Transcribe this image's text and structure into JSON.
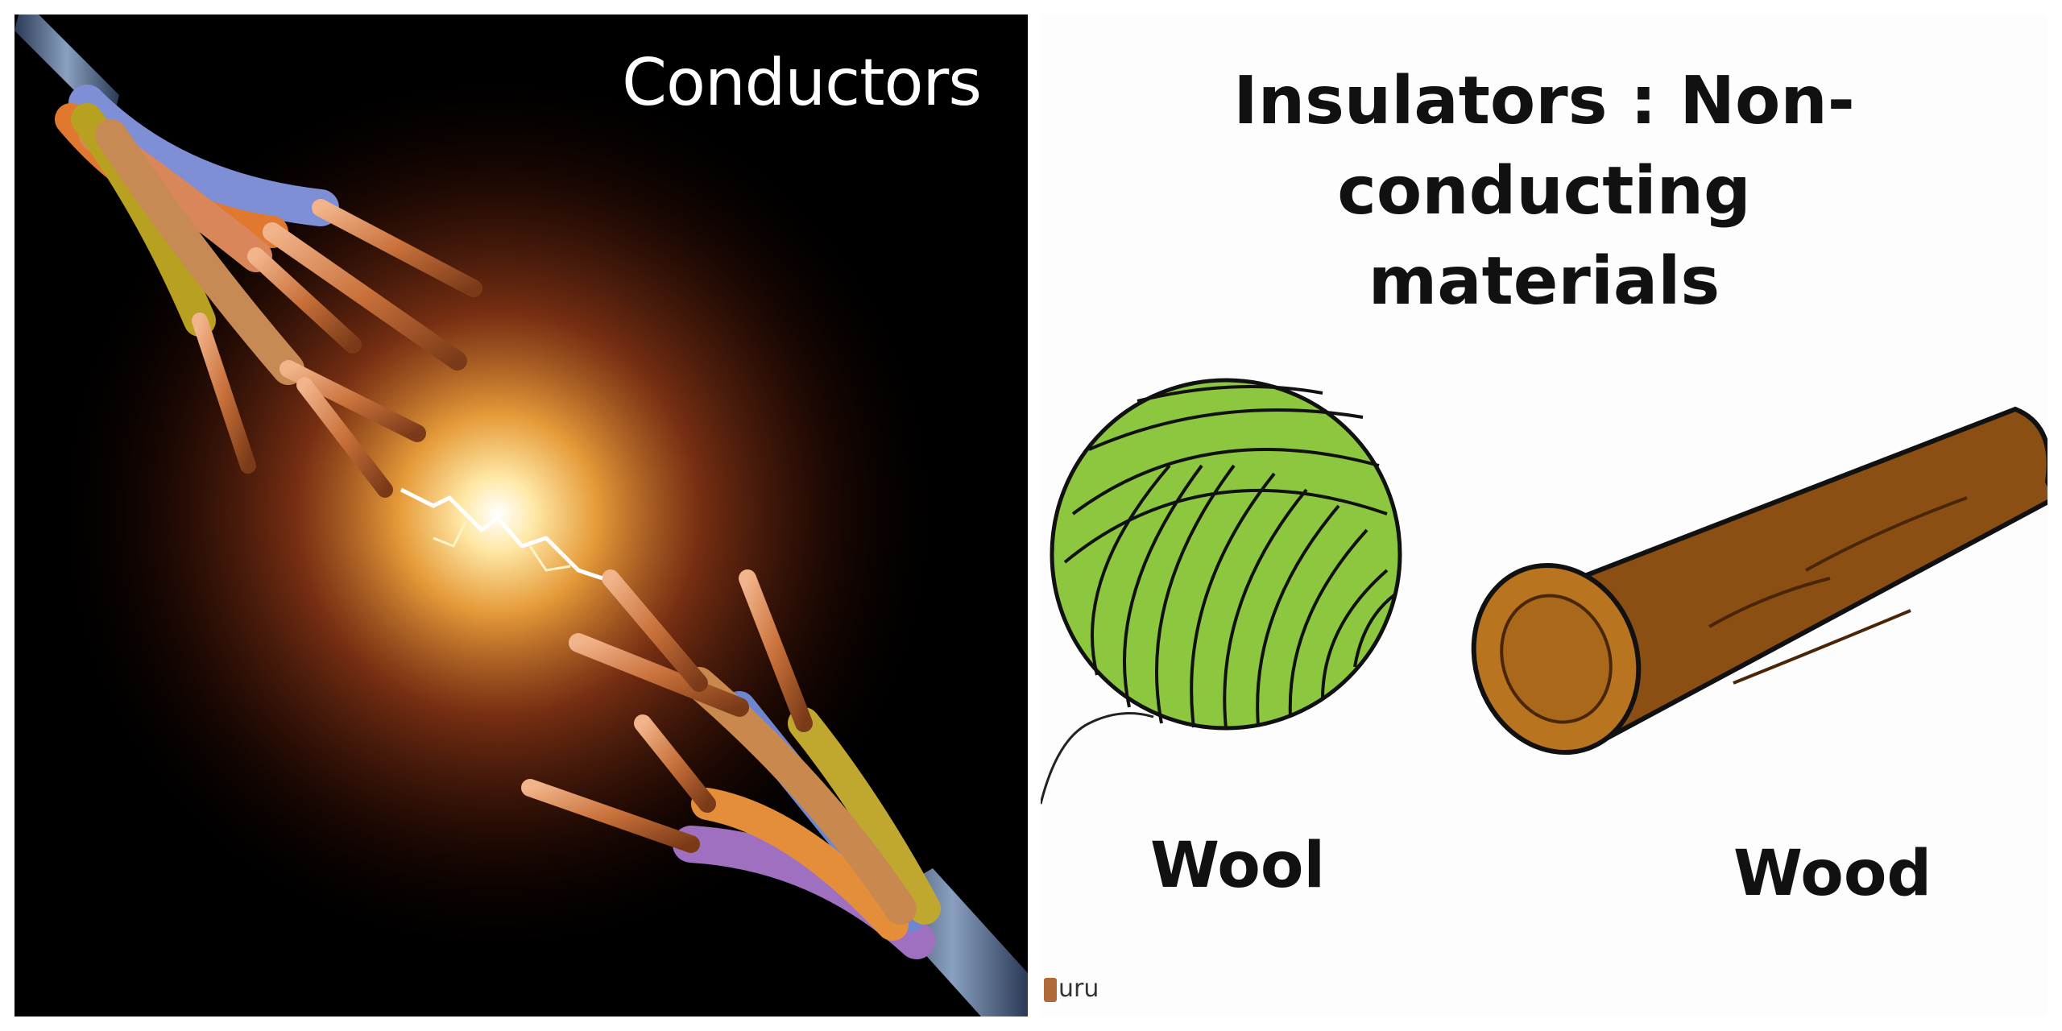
{
  "left": {
    "title": "Conductors"
  },
  "right": {
    "title_line1": "Insulators : Non-conducting",
    "title_line2": "materials",
    "items": [
      {
        "label": "Wool"
      },
      {
        "label": "Wood"
      }
    ],
    "watermark": "uru"
  },
  "colors": {
    "conductor_background": "#000000",
    "spark_glow": "#ffd070",
    "copper": "#c8703a",
    "wool_green": "#8dc63f",
    "wood_brown": "#8b4f14",
    "insulator_background": "#fdfdfd"
  }
}
